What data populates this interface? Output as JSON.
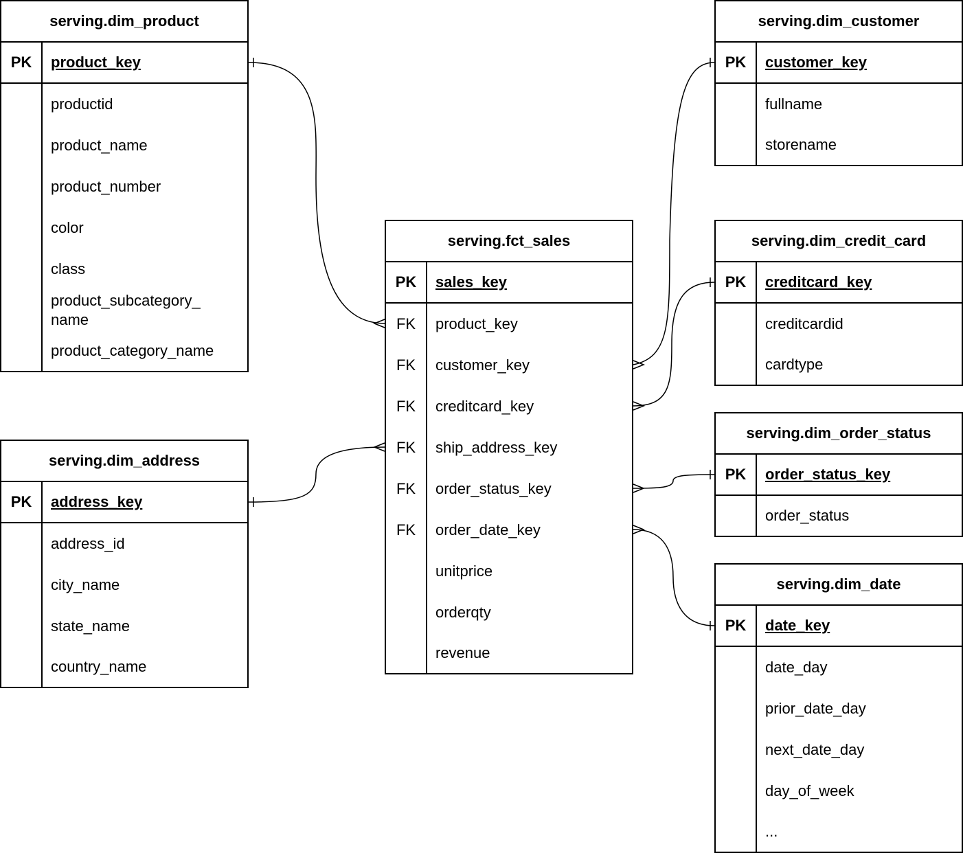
{
  "tables": {
    "dim_product": {
      "title": "serving.dim_product",
      "pk": {
        "badge": "PK",
        "name": "product_key"
      },
      "fields": [
        "productid",
        "product_name",
        "product_number",
        "color",
        "class",
        "product_subcategory_\nname",
        "product_category_name"
      ]
    },
    "dim_address": {
      "title": "serving.dim_address",
      "pk": {
        "badge": "PK",
        "name": "address_key"
      },
      "fields": [
        "address_id",
        "city_name",
        "state_name",
        "country_name"
      ]
    },
    "fct_sales": {
      "title": "serving.fct_sales",
      "pk": {
        "badge": "PK",
        "name": "sales_key"
      },
      "fields": [
        {
          "badge": "FK",
          "name": "product_key"
        },
        {
          "badge": "FK",
          "name": "customer_key"
        },
        {
          "badge": "FK",
          "name": "creditcard_key"
        },
        {
          "badge": "FK",
          "name": "ship_address_key"
        },
        {
          "badge": "FK",
          "name": "order_status_key"
        },
        {
          "badge": "FK",
          "name": "order_date_key"
        },
        {
          "badge": "",
          "name": "unitprice"
        },
        {
          "badge": "",
          "name": "orderqty"
        },
        {
          "badge": "",
          "name": "revenue"
        }
      ]
    },
    "dim_customer": {
      "title": "serving.dim_customer",
      "pk": {
        "badge": "PK",
        "name": "customer_key"
      },
      "fields": [
        "fullname",
        "storename"
      ]
    },
    "dim_credit_card": {
      "title": "serving.dim_credit_card",
      "pk": {
        "badge": "PK",
        "name": "creditcard_key"
      },
      "fields": [
        "creditcardid",
        "cardtype"
      ]
    },
    "dim_order_status": {
      "title": "serving.dim_order_status",
      "pk": {
        "badge": "PK",
        "name": "order_status_key"
      },
      "fields": [
        "order_status"
      ]
    },
    "dim_date": {
      "title": "serving.dim_date",
      "pk": {
        "badge": "PK",
        "name": "date_key"
      },
      "fields": [
        "date_day",
        "prior_date_day",
        "next_date_day",
        "day_of_week",
        "..."
      ]
    }
  },
  "relationships": [
    {
      "from": "dim_product.product_key",
      "to": "fct_sales.product_key",
      "one_end": "one",
      "many_end": "many"
    },
    {
      "from": "dim_address.address_key",
      "to": "fct_sales.ship_address_key",
      "one_end": "one",
      "many_end": "many"
    },
    {
      "from": "dim_customer.customer_key",
      "to": "fct_sales.customer_key",
      "one_end": "one",
      "many_end": "many"
    },
    {
      "from": "dim_credit_card.creditcard_key",
      "to": "fct_sales.creditcard_key",
      "one_end": "one",
      "many_end": "many"
    },
    {
      "from": "dim_order_status.order_status_key",
      "to": "fct_sales.order_status_key",
      "one_end": "one",
      "many_end": "many"
    },
    {
      "from": "dim_date.date_key",
      "to": "fct_sales.order_date_key",
      "one_end": "one",
      "many_end": "many"
    }
  ]
}
